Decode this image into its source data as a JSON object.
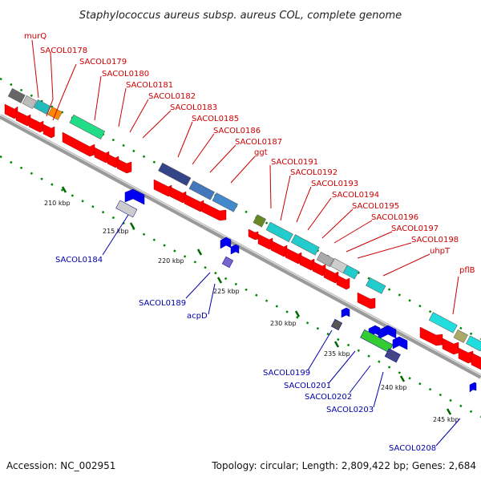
{
  "title": "Staphylococcus aureus subsp. aureus COL, complete genome",
  "footer": {
    "accession": "Accession: NC_002951",
    "summary": "Topology: circular; Length: 2,809,422 bp; Genes: 2,684"
  },
  "colors": {
    "forward_label": "#cc0000",
    "reverse_label": "#0000aa",
    "cds_forward": "#ff0000",
    "cds_reverse": "#0000ff",
    "backbone": "#888888",
    "tick": "#006600"
  },
  "ticks": [
    "210 kbp",
    "215 kbp",
    "220 kbp",
    "225 kbp",
    "230 kbp",
    "235 kbp",
    "240 kbp",
    "245 kbp"
  ],
  "forward_genes": [
    "murQ",
    "SACOL0178",
    "SACOL0179",
    "SACOL0180",
    "SACOL0181",
    "SACOL0182",
    "SACOL0183",
    "SACOL0185",
    "SACOL0186",
    "SACOL0187",
    "ggt",
    "SACOL0191",
    "SACOL0192",
    "SACOL0193",
    "SACOL0194",
    "SACOL0195",
    "SACOL0196",
    "SACOL0197",
    "SACOL0198",
    "uhpT",
    "pflB"
  ],
  "reverse_genes": [
    "SACOL0184",
    "SACOL0189",
    "acpD",
    "SACOL0199",
    "SACOL0201",
    "SACOL0202",
    "SACOL0203",
    "SACOL0208"
  ]
}
